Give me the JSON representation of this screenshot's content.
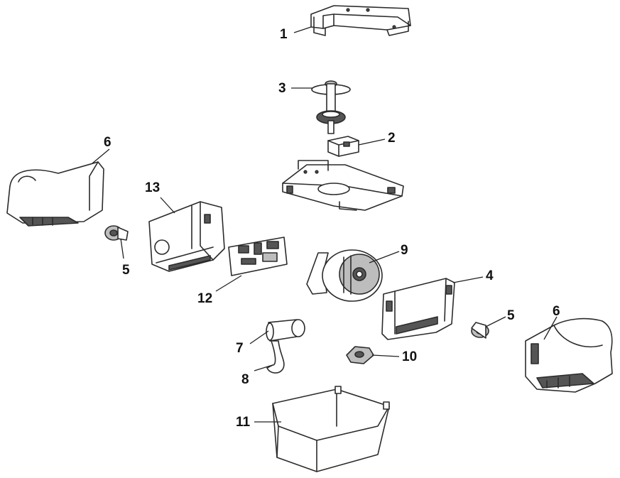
{
  "callouts": {
    "c1": "1",
    "c2": "2",
    "c3": "3",
    "c4": "4",
    "c5a": "5",
    "c5b": "5",
    "c6a": "6",
    "c6b": "6",
    "c7": "7",
    "c8": "8",
    "c9": "9",
    "c10": "10",
    "c11": "11",
    "c12": "12",
    "c13": "13"
  }
}
